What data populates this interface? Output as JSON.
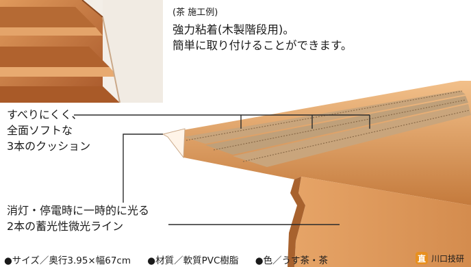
{
  "caption": {
    "note": "(茶 施工例)",
    "line1": "強力粘着(木製階段用)。",
    "line2": "簡単に取り付けることができます。"
  },
  "callouts": {
    "cushion": [
      "すべりにくく、",
      "全面ソフトな",
      "3本のクッション"
    ],
    "glow": [
      "消灯・停電時に一時的に光る",
      "2本の蓄光性微光ライン"
    ]
  },
  "specs": {
    "size": "●サイズ／奥行3.95×幅67cm",
    "material": "●材質／軟質PVC樹脂",
    "color": "●色／うす茶・茶"
  },
  "brand": {
    "mark": "直",
    "name": "川口技研"
  },
  "colors": {
    "brand_mark": "#e8901f",
    "tread": "#d89a5c",
    "tread_dark": "#a8622e",
    "cushion": "#c9a57c",
    "line": "#2a2a2a"
  }
}
